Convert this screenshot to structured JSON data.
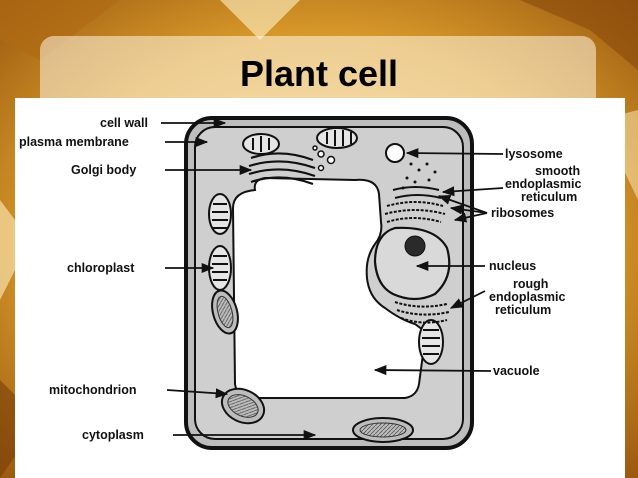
{
  "slide": {
    "title": "Plant cell"
  },
  "labels": {
    "cell_wall": "cell wall",
    "plasma_membrane": "plasma membrane",
    "golgi_body": "Golgi body",
    "chloroplast": "chloroplast",
    "mitochondrion": "mitochondrion",
    "cytoplasm": "cytoplasm",
    "lysosome": "lysosome",
    "smooth_er_1": "smooth",
    "smooth_er_2": "endoplasmic",
    "smooth_er_3": "reticulum",
    "ribosomes": "ribosomes",
    "nucleus": "nucleus",
    "rough_er_1": "rough",
    "rough_er_2": "endoplasmic",
    "rough_er_3": "reticulum",
    "vacuole": "vacuole"
  },
  "colors": {
    "background": "#d9a93a",
    "cytoplasm": "#c9c9c9",
    "vacuole": "#ffffff",
    "outline": "#111111"
  }
}
